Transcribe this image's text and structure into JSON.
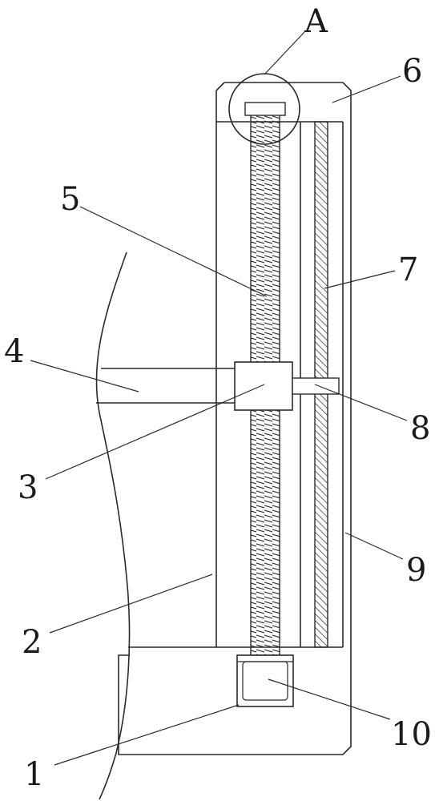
{
  "figure": {
    "labels": {
      "a": "A",
      "n1": "1",
      "n2": "2",
      "n3": "3",
      "n4": "4",
      "n5": "5",
      "n6": "6",
      "n7": "7",
      "n8": "8",
      "n9": "9",
      "n10": "10"
    },
    "colors": {
      "line": "#2a2a2a",
      "background": "#ffffff"
    }
  }
}
